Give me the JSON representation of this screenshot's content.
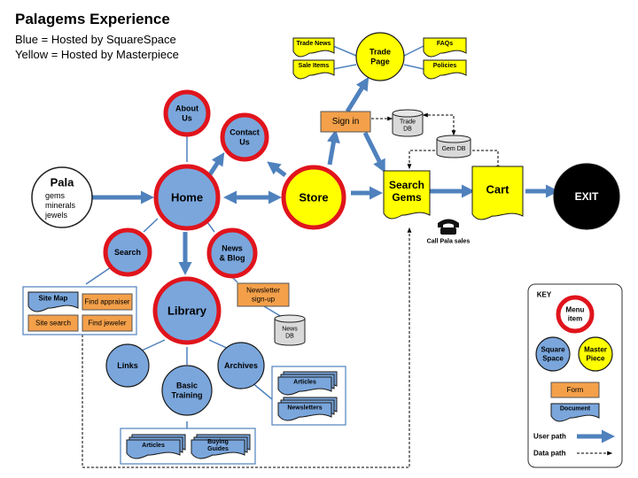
{
  "header": {
    "title": "Palagems Experience",
    "legend_blue": "Blue = Hosted by SquareSpace",
    "legend_yellow": "Yellow = Hosted by Masterpiece"
  },
  "colors": {
    "blue_node": "#7aa6dc",
    "yellow_node": "#ffff00",
    "menu_ring": "#e0141c",
    "form_orange": "#f4a04a",
    "arrow_blue": "#4f81bd",
    "exit_black": "#000000"
  },
  "nodes": {
    "pala": {
      "title": "Pala",
      "lines": [
        "gems",
        "minerals",
        "jewels"
      ]
    },
    "home": [
      "Home"
    ],
    "about": [
      "About",
      "Us"
    ],
    "contact": [
      "Contact",
      "Us"
    ],
    "store": [
      "Store"
    ],
    "search": [
      "Search"
    ],
    "news": [
      "News",
      "& Blog"
    ],
    "library": [
      "Library"
    ],
    "links": [
      "Links"
    ],
    "basic": [
      "Basic",
      "Training"
    ],
    "archives": [
      "Archives"
    ],
    "trade_page": [
      "Trade",
      "Page"
    ],
    "exit": [
      "EXIT"
    ]
  },
  "documents": {
    "trade_news": "Trade News",
    "sale_items": "Sale Items",
    "faqs": "FAQs",
    "policies": "Policies",
    "search_gems": [
      "Search",
      "Gems"
    ],
    "cart": [
      "Cart"
    ],
    "site_map": "Site Map",
    "lib_articles": "Articles",
    "buying_guides": [
      "Buying",
      "Guides"
    ],
    "arch_articles": "Articles",
    "newsletters": "Newsletters"
  },
  "forms": {
    "sign_in": "Sign in",
    "find_appraiser": "Find appraiser",
    "site_search": "Site search",
    "find_jeweler": "Find jeweler",
    "newsletter_signup": [
      "Newsletter",
      "sign-up"
    ]
  },
  "databases": {
    "trade_db": [
      "Trade",
      "DB"
    ],
    "gem_db": [
      "Gem DB"
    ],
    "news_db": [
      "News",
      "DB"
    ]
  },
  "phone": {
    "label": "Call Pala sales"
  },
  "key": {
    "title": "KEY",
    "menu_item": [
      "Menu",
      "item"
    ],
    "square_space": [
      "Square",
      "Space"
    ],
    "master_piece": [
      "Master",
      "Piece"
    ],
    "form": "Form",
    "document": "Document",
    "user_path": "User path",
    "data_path": "Data path"
  }
}
